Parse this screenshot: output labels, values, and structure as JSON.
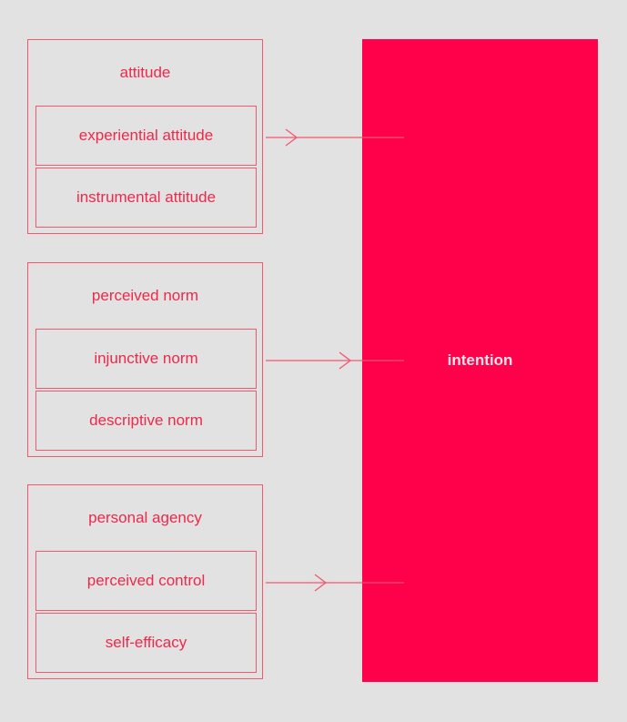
{
  "groups": [
    {
      "title": "attitude",
      "items": [
        "experiential attitude",
        "instrumental attitude"
      ]
    },
    {
      "title": "perceived norm",
      "items": [
        "injunctive norm",
        "descriptive norm"
      ]
    },
    {
      "title": "personal agency",
      "items": [
        "perceived control",
        "self-efficacy"
      ]
    }
  ],
  "target": {
    "label": "intention"
  },
  "colors": {
    "background": "#e2e2e2",
    "accent": "#ff004a",
    "outline": "#f5576e",
    "text": "#f0284a",
    "target_text": "#ffe3e8"
  }
}
